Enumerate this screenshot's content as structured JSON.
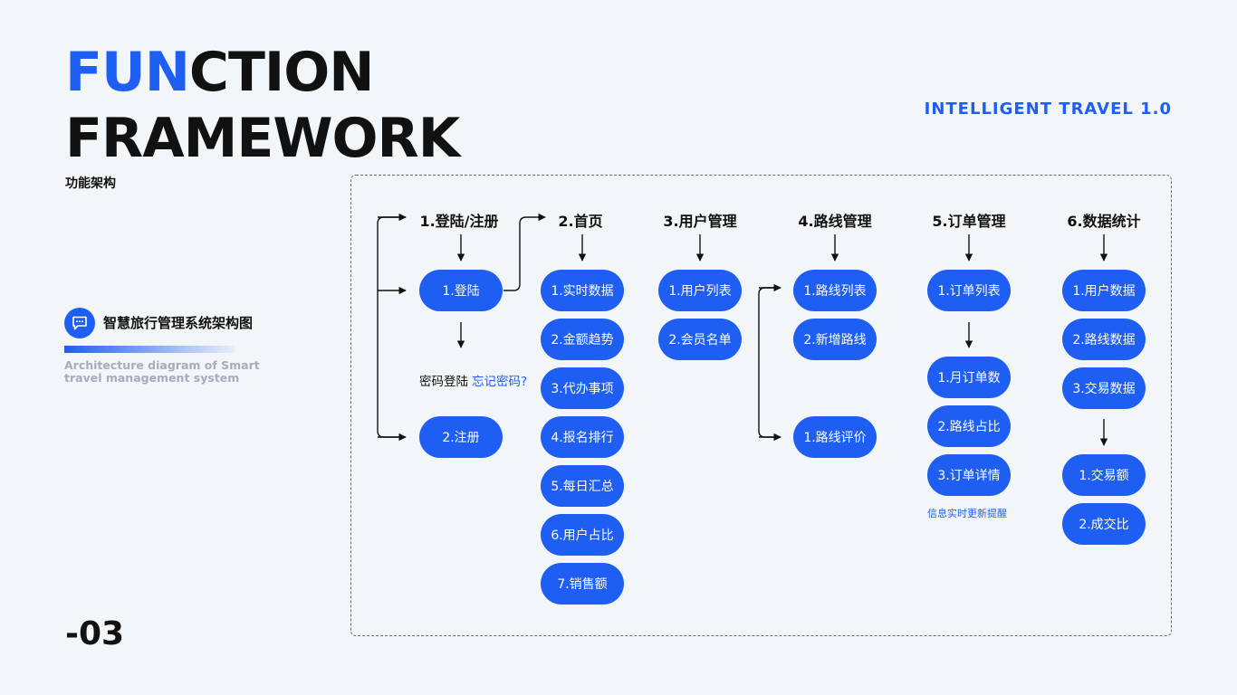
{
  "header": {
    "title_accent": "FUN",
    "title_rest": "CTION",
    "title_line2": "FRAMEWORK",
    "subtitle_cn": "功能架构",
    "top_right": "INTELLIGENT TRAVEL 1.0"
  },
  "sidebar": {
    "badge_icon": "chat-icon",
    "title": "智慧旅行管理系统架构图",
    "description": "Architecture diagram of Smart travel management system"
  },
  "page_number": "-03",
  "colors": {
    "accent": "#1f5ef2",
    "background": "#f3f6f9"
  },
  "diagram": {
    "columns": [
      {
        "title": "1.登陆/注册",
        "items": [
          "1.登陆",
          "2.注册"
        ],
        "login_prompt": "密码登陆",
        "forgot_link": "忘记密码?"
      },
      {
        "title": "2.首页",
        "items": [
          "1.实时数据",
          "2.金额趋势",
          "3.代办事项",
          "4.报名排行",
          "5.每日汇总",
          "6.用户占比",
          "7.销售额"
        ]
      },
      {
        "title": "3.用户管理",
        "items": [
          "1.用户列表",
          "2.会员名单"
        ]
      },
      {
        "title": "4.路线管理",
        "items": [
          "1.路线列表",
          "2.新增路线",
          "1.路线评价"
        ]
      },
      {
        "title": "5.订单管理",
        "items": [
          "1.订单列表",
          "1.月订单数",
          "2.路线占比",
          "3.订单详情"
        ],
        "note": "信息实时更新提醒"
      },
      {
        "title": "6.数据统计",
        "items": [
          "1.用户数据",
          "2.路线数据",
          "3.交易数据",
          "1.交易额",
          "2.成交比"
        ]
      }
    ]
  }
}
